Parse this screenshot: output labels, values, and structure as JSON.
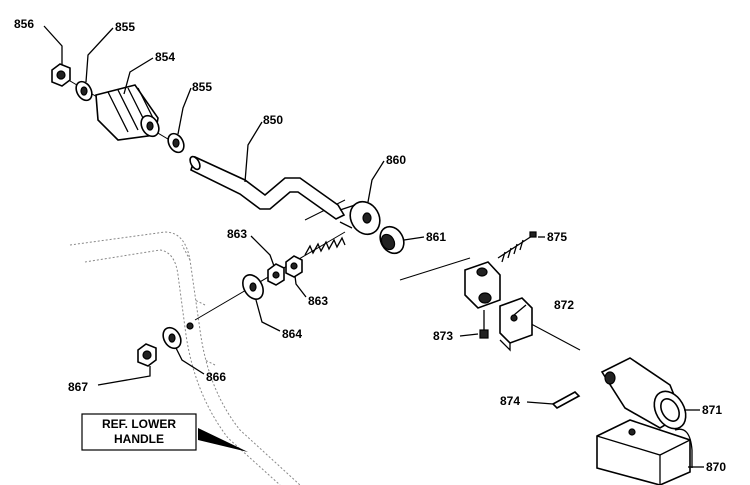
{
  "parts": [
    {
      "id": "p856",
      "label": "856"
    },
    {
      "id": "p855a",
      "label": "855"
    },
    {
      "id": "p854",
      "label": "854"
    },
    {
      "id": "p855b",
      "label": "855"
    },
    {
      "id": "p850",
      "label": "850"
    },
    {
      "id": "p860",
      "label": "860"
    },
    {
      "id": "p863a",
      "label": "863"
    },
    {
      "id": "p861",
      "label": "861"
    },
    {
      "id": "p875",
      "label": "875"
    },
    {
      "id": "p863b",
      "label": "863"
    },
    {
      "id": "p872",
      "label": "872"
    },
    {
      "id": "p864",
      "label": "864"
    },
    {
      "id": "p873",
      "label": "873"
    },
    {
      "id": "p867",
      "label": "867"
    },
    {
      "id": "p866",
      "label": "866"
    },
    {
      "id": "p874",
      "label": "874"
    },
    {
      "id": "p871",
      "label": "871"
    },
    {
      "id": "p870",
      "label": "870"
    }
  ],
  "reference_box": {
    "line1": "REF. LOWER",
    "line2": "HANDLE"
  }
}
